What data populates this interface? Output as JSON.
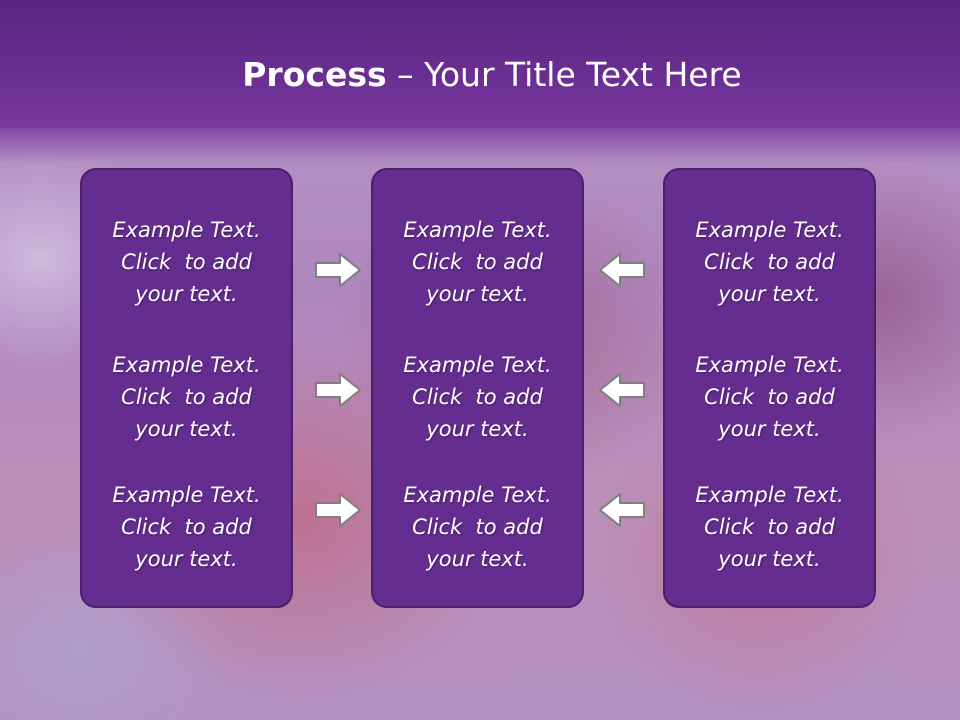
{
  "slide": {
    "title_bold": "Process",
    "title_rest": " – Your Title Text Here"
  },
  "columns": [
    {
      "items": [
        {
          "line1": "Example Text.",
          "line2": "Click  to add",
          "line3": "your text."
        },
        {
          "line1": "Example Text.",
          "line2": "Click  to add",
          "line3": "your text."
        },
        {
          "line1": "Example Text.",
          "line2": "Click  to add",
          "line3": "your text."
        }
      ]
    },
    {
      "items": [
        {
          "line1": "Example Text.",
          "line2": "Click  to add",
          "line3": "your text."
        },
        {
          "line1": "Example Text.",
          "line2": "Click  to add",
          "line3": "your text."
        },
        {
          "line1": "Example Text.",
          "line2": "Click  to add",
          "line3": "your text."
        }
      ]
    },
    {
      "items": [
        {
          "line1": "Example Text.",
          "line2": "Click  to add",
          "line3": "your text."
        },
        {
          "line1": "Example Text.",
          "line2": "Click  to add",
          "line3": "your text."
        },
        {
          "line1": "Example Text.",
          "line2": "Click  to add",
          "line3": "your text."
        }
      ]
    }
  ],
  "arrows": {
    "left_group": {
      "direction": "right",
      "icon": "arrow-right-icon"
    },
    "right_group": {
      "direction": "left",
      "icon": "arrow-left-icon"
    }
  },
  "colors": {
    "panel_fill": "#662d91",
    "panel_border": "#4a1f6b",
    "title_bar": "#6a2e92",
    "arrow_fill": "#ffffff",
    "arrow_stroke": "#7f7f7f"
  }
}
